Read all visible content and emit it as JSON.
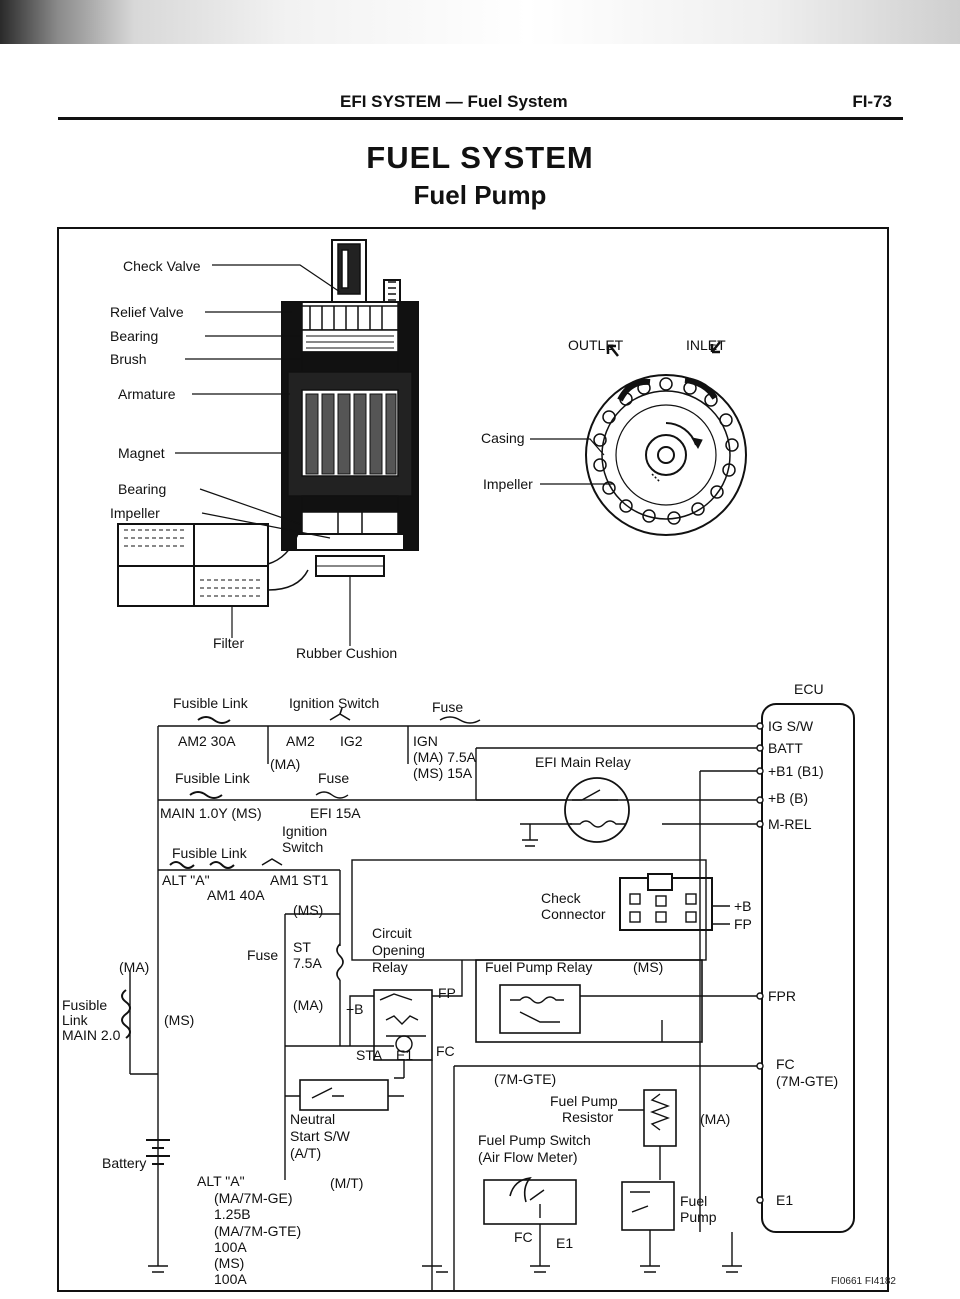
{
  "header": {
    "title": "EFI SYSTEM — Fuel System",
    "page": "FI-73"
  },
  "title": "FUEL SYSTEM",
  "subtitle": "Fuel Pump",
  "pump_labels": {
    "check_valve": "Check Valve",
    "relief_valve": "Relief Valve",
    "bearing_top": "Bearing",
    "brush": "Brush",
    "armature": "Armature",
    "magnet": "Magnet",
    "bearing_bottom": "Bearing",
    "impeller": "Impeller",
    "filter": "Filter",
    "rubber_cushion": "Rubber Cushion"
  },
  "impeller_labels": {
    "outlet": "OUTLET",
    "inlet": "INLET",
    "casing": "Casing",
    "impeller": "Impeller"
  },
  "circuit": {
    "ecu": "ECU",
    "ecu_pins": [
      "IG S/W",
      "BATT",
      "+B1 (B1)",
      "+B (B)",
      "M-REL",
      "FPR",
      "FC",
      "(7M-GTE)",
      "E1"
    ],
    "fusible_link_1": "Fusible Link",
    "ignition_switch_1": "Ignition Switch",
    "fuse_1": "Fuse",
    "am2_30a": "AM2 30A",
    "am2": "AM2",
    "ig2": "IG2",
    "ign": "IGN",
    "ma": "(MA)",
    "ma_7_5a": "(MA) 7.5A",
    "ms_15a": "(MS) 15A",
    "efi_main_relay": "EFI Main Relay",
    "fusible_link_2": "Fusible Link",
    "fuse_2": "Fuse",
    "main_1_0y": "MAIN 1.0Y (MS)",
    "efi_15a": "EFI 15A",
    "ignition": "Ignition",
    "switch": "Switch",
    "fusible_link_3": "Fusible Link",
    "alt_a": "ALT \"A\"",
    "am1_st1": "AM1 ST1",
    "am1_40a": "AM1 40A",
    "ms": "(MS)",
    "check": "Check",
    "connector": "Connector",
    "plus_b": "+B",
    "fp": "FP",
    "circuit": "Circuit",
    "opening": "Opening",
    "relay": "Relay",
    "fuse_3": "Fuse",
    "st": "ST",
    "st_7_5a": "7.5A",
    "fuel_pump_relay": "Fuel Pump Relay",
    "fpr_ms": "(MS)",
    "ma_left": "(MA)",
    "fusible": "Fusible",
    "link": "Link",
    "main_2_0": "MAIN 2.0",
    "ms_left": "(MS)",
    "ma_mid": "(MA)",
    "plus_b_relay": "+B",
    "fp_relay": "FP",
    "sta": "STA",
    "e1_relay": "E1",
    "fc_relay": "FC",
    "seven_m_gte": "(7M-GTE)",
    "neutral": "Neutral",
    "start_sw": "Start S/W",
    "at": "(A/T)",
    "fuel_pump_resistor_1": "Fuel Pump",
    "fuel_pump_resistor_2": "Resistor",
    "ma_right": "(MA)",
    "fuel_pump_switch": "Fuel Pump Switch",
    "air_flow_meter": "(Air Flow Meter)",
    "battery": "Battery",
    "alt_a_2": "ALT \"A\"",
    "ma_7m_ge": "(MA/7M-GE)",
    "w_125b": "1.25B",
    "ma_7m_gte": "(MA/7M-GTE)",
    "w_100a_1": "100A",
    "ms_bottom": "(MS)",
    "w_100a_2": "100A",
    "mt": "(M/T)",
    "fc_switch": "FC",
    "e1_switch": "E1",
    "fuel": "Fuel",
    "pump": "Pump"
  },
  "footer_code": "FI0661 FI4182"
}
